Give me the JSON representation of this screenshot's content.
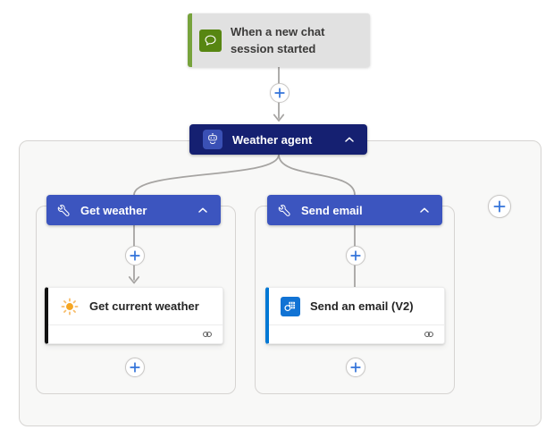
{
  "app": {
    "name": "flow-designer-canvas",
    "background": "#ffffff"
  },
  "colors": {
    "trigger_card_bg": "#e1e1e1",
    "trigger_accent_green": "#77a33c",
    "trigger_icon_green": "#578612",
    "agent_navy": "#152071",
    "agent_icon_blue": "#3a50b5",
    "branch_blue": "#3c55bf",
    "connector_gray": "#a6a4a2",
    "plus_blue": "#3373d9",
    "container_border": "#d6d4d2",
    "container_fill": "#f8f8f7",
    "outlook_blue": "#1173d4",
    "weather_action_accent": "#111111",
    "email_action_accent": "#0078d4",
    "sun_orange": "#f5a623"
  },
  "trigger": {
    "title": "When a new chat session started",
    "icon": "chat-bubble-icon"
  },
  "agent": {
    "label": "Weather agent",
    "icon": "bot-icon",
    "collapse_icon": "chevron-up-icon"
  },
  "branches": [
    {
      "header": {
        "label": "Get weather",
        "icon": "wrench-icon",
        "collapse_icon": "chevron-up-icon"
      },
      "action": {
        "label": "Get current weather",
        "icon": "sun-icon",
        "footer_icon": "connection-icon"
      }
    },
    {
      "header": {
        "label": "Send email",
        "icon": "wrench-icon",
        "collapse_icon": "chevron-up-icon"
      },
      "action": {
        "label": "Send an email (V2)",
        "icon": "outlook-icon",
        "footer_icon": "connection-icon"
      }
    }
  ],
  "add_buttons": {
    "after_trigger": "plus-icon",
    "branch_left_insert": "plus-icon",
    "branch_left_end": "plus-icon",
    "branch_right_insert": "plus-icon",
    "branch_right_end": "plus-icon",
    "agent_side_add": "plus-icon"
  }
}
